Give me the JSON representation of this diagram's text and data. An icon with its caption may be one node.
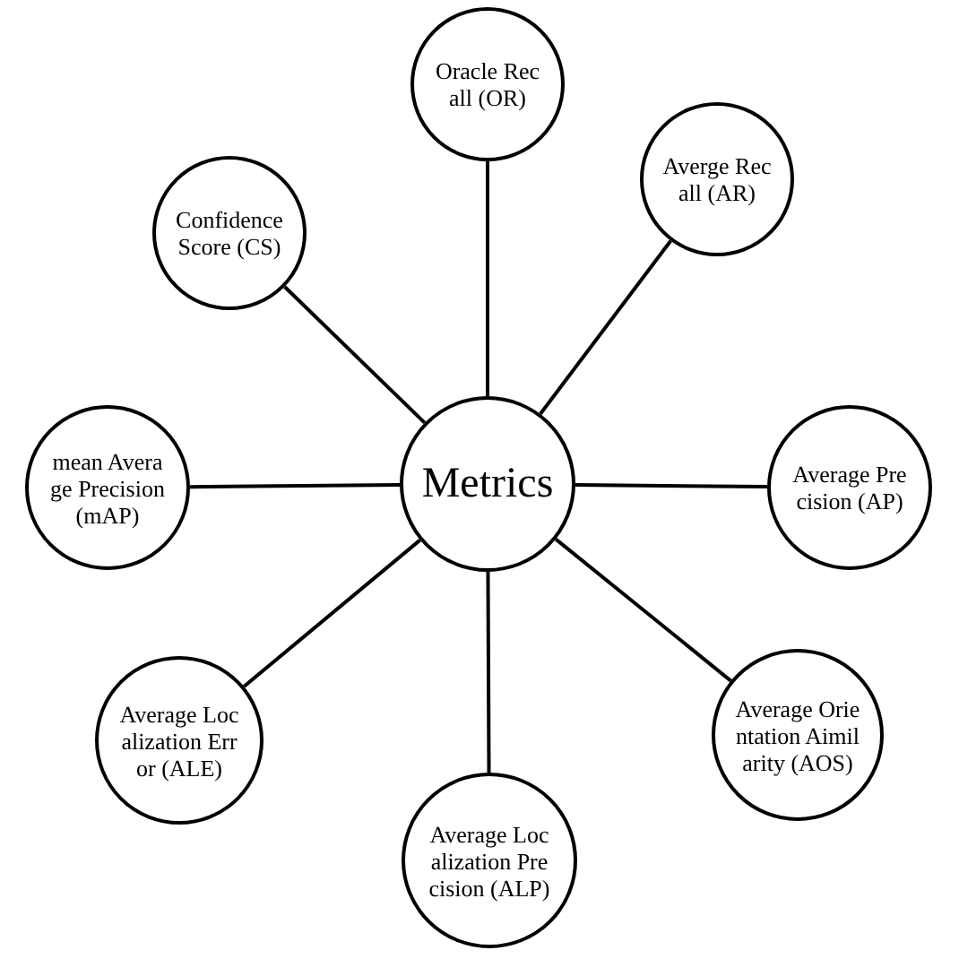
{
  "diagram": {
    "nodes": [
      {
        "text": [
          "Oracle Recall (OR)"
        ]
      },
      {
        "text": [
          "Confidence Score (CS)"
        ]
      },
      {
        "text": [
          "Averge Recall (AR)"
        ]
      },
      {
        "text": [
          "mean Average Precision (mAP)"
        ]
      },
      {
        "text": [
          "Metrics"
        ]
      },
      {
        "text": [
          "Average Precision (AP)"
        ]
      },
      {
        "text": [
          "Average Localization Error (ALE)"
        ]
      },
      {
        "text": [
          "Average Orientation Aimilarity (AOS)"
        ]
      },
      {
        "text": [
          "Average Localization Precision (ALP)"
        ]
      }
    ],
    "edges": [
      {
        "from": 4,
        "to": 0,
        "arrow": "none"
      },
      {
        "from": 4,
        "to": 2,
        "arrow": "none"
      },
      {
        "from": 4,
        "to": 5,
        "arrow": "none"
      },
      {
        "from": 4,
        "to": 7,
        "arrow": "none"
      },
      {
        "from": 4,
        "to": 8,
        "arrow": "none"
      },
      {
        "from": 4,
        "to": 6,
        "arrow": "none"
      },
      {
        "from": 4,
        "to": 3,
        "arrow": "none"
      },
      {
        "from": 4,
        "to": 1,
        "arrow": "none"
      }
    ]
  }
}
